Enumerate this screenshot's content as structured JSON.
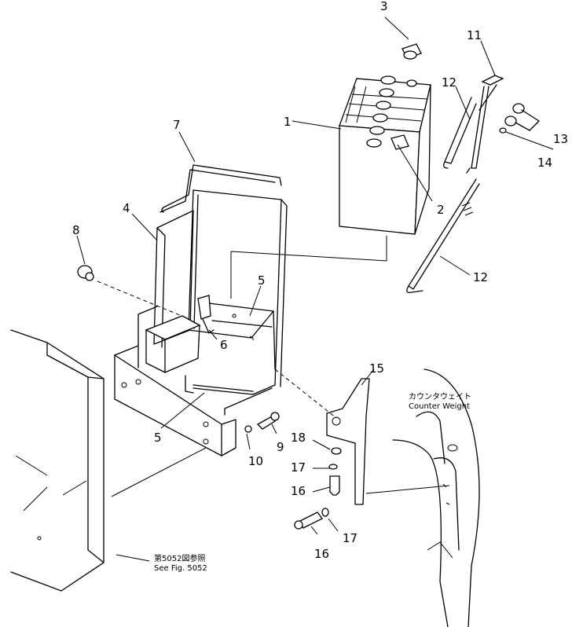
{
  "callouts": {
    "c1": "1",
    "c2": "2",
    "c3": "3",
    "c4": "4",
    "c5a": "5",
    "c5b": "5",
    "c6": "6",
    "c7": "7",
    "c8": "8",
    "c9": "9",
    "c10": "10",
    "c11": "11",
    "c12a": "12",
    "c12b": "12",
    "c13": "13",
    "c14": "14",
    "c15": "15",
    "c16a": "16",
    "c16b": "16",
    "c17a": "17",
    "c17b": "17",
    "c18": "18"
  },
  "notes": {
    "counterweight_jp": "カウンタウェイト",
    "counterweight_en": "Counter Weight",
    "see_fig_jp": "第5052図参照",
    "see_fig_en": "See Fig. 5052"
  }
}
